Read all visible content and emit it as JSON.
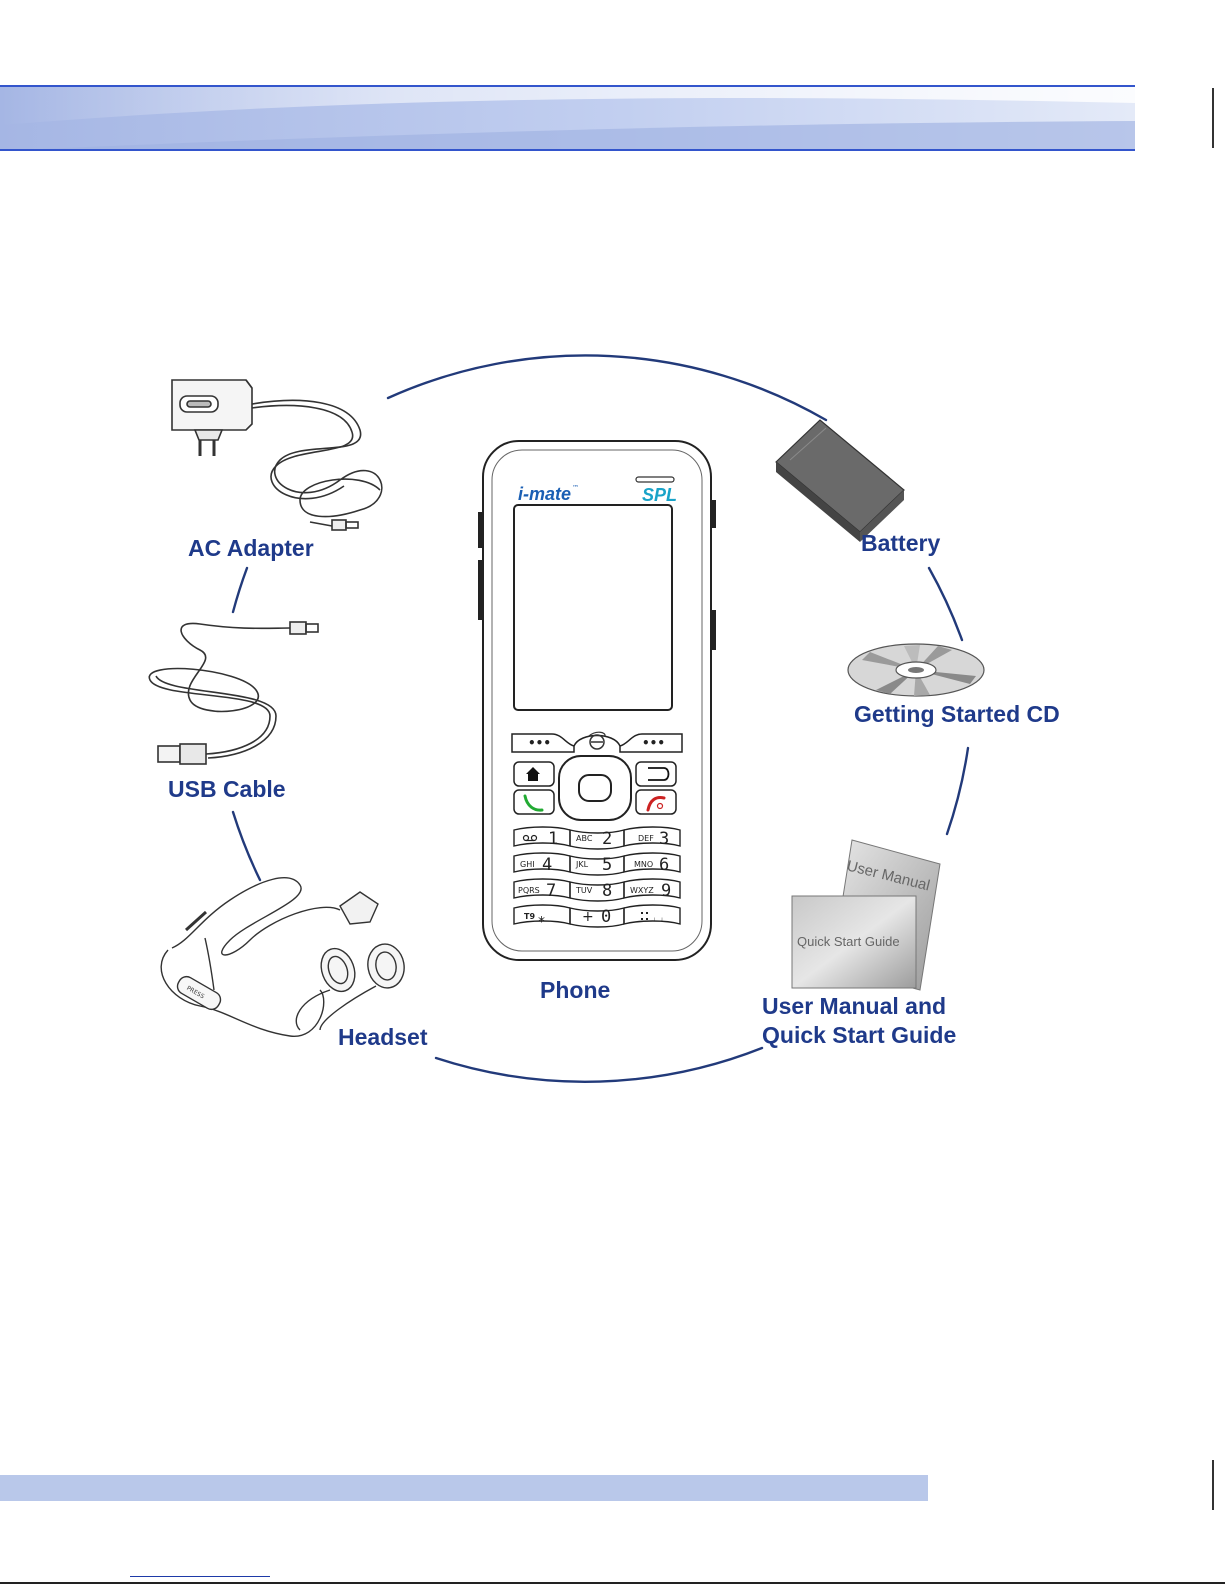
{
  "labels": {
    "ac_adapter": "AC Adapter",
    "usb_cable": "USB Cable",
    "headset": "Headset",
    "phone": "Phone",
    "battery": "Battery",
    "cd": "Getting Started CD",
    "manual_line1": "User Manual and",
    "manual_line2": "Quick Start Guide"
  },
  "phone": {
    "brand": "i-mate",
    "trademark": "™",
    "model": "SPL",
    "keys": {
      "k1_letters": "",
      "k1_digit": "1",
      "k2_letters": "ABC",
      "k2_digit": "2",
      "k3_letters": "DEF",
      "k3_digit": "3",
      "k4_letters": "GHI",
      "k4_digit": "4",
      "k5_letters": "JKL",
      "k5_digit": "5",
      "k6_letters": "MNO",
      "k6_digit": "6",
      "k7_letters": "PQRS",
      "k7_digit": "7",
      "k8_letters": "TUV",
      "k8_digit": "8",
      "k9_letters": "WXYZ",
      "k9_digit": "9",
      "star_letters": "T9",
      "star_symbol": "⁎",
      "zero_symbol": "+",
      "zero_digit": "0",
      "hash_symbol": "⌴"
    }
  },
  "documents": {
    "manual_title": "User Manual",
    "guide_title": "Quick Start Guide"
  },
  "colors": {
    "label_blue": "#1f3a8a",
    "ring_blue": "#223a7a",
    "header_light": "#c9d5f0",
    "header_dark": "#a9bbe8",
    "footer_band": "#b9c8ea",
    "call_green": "#22aa33",
    "end_red": "#cc2222",
    "brand_blue": "#1a5fb4",
    "model_cyan": "#19a3c8"
  },
  "icons": {
    "browser": "internet-e-icon",
    "home": "home-icon",
    "back": "back-arrow-icon",
    "call": "call-icon",
    "end": "end-call-icon",
    "voicemail": "voicemail-icon"
  }
}
